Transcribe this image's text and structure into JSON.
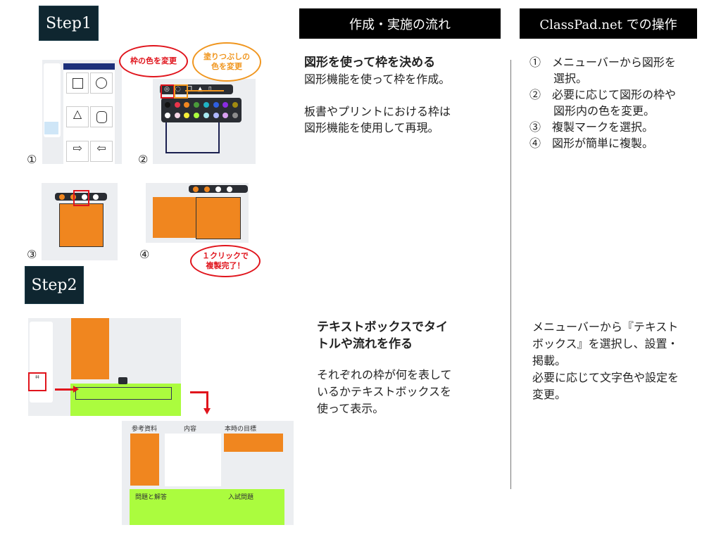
{
  "step1": {
    "label": "Step1"
  },
  "step2": {
    "label": "Step2"
  },
  "headers": {
    "flow": "作成・実施の流れ",
    "classpad": "ClassPad.net での操作"
  },
  "step1_flow": {
    "title": "図形を使って枠を決める",
    "lines": [
      "図形機能を使って枠を作成。",
      "",
      "板書やプリントにおける枠は",
      "図形機能を使用して再現。"
    ]
  },
  "step1_ops": [
    {
      "num": "①",
      "text": "メニューバーから図形を",
      "cont": "選択。"
    },
    {
      "num": "②",
      "text": "必要に応じて図形の枠や",
      "cont": "図形内の色を変更。"
    },
    {
      "num": "③",
      "text": "複製マークを選択。",
      "cont": ""
    },
    {
      "num": "④",
      "text": "図形が簡単に複製。",
      "cont": ""
    }
  ],
  "step2_flow": {
    "title": [
      "テキストボックスでタイ",
      "トルや流れを作る"
    ],
    "lines": [
      "それぞれの枠が何を表して",
      "いるかテキストボックスを",
      "使って表示。"
    ]
  },
  "step2_ops": {
    "lines": [
      "メニューバーから『テキスト",
      "ボックス』を選択し、設置・",
      "掲載。",
      "必要に応じて文字色や設定を",
      "変更。"
    ]
  },
  "callouts": {
    "border_color": "枠の色を変更",
    "fill_color": "塗りつぶしの\n色を変更",
    "duplicate": "１クリックで\n複製完了！"
  },
  "image_numbers": [
    "①",
    "②",
    "③",
    "④"
  ],
  "board_labels": {
    "reference": "参考資料",
    "content": "内容",
    "goal": "本時の目標",
    "problems": "問題と解答",
    "exam": "入試問題"
  },
  "colors": {
    "orange": "#f0861f",
    "lime": "#abfc3e",
    "red": "#e0141c",
    "dark": "#0f2630"
  },
  "palette": [
    "#111111",
    "#e8344a",
    "#f0861f",
    "#4a9a3a",
    "#1fb2c4",
    "#2f5fe0",
    "#8a2be2",
    "#a08a10",
    "#ffffff",
    "#f6d6e6",
    "#f5ee38",
    "#abfc3e",
    "#a8eaf2",
    "#b0b8ff",
    "#d9a0f0",
    "#8c8c8c"
  ]
}
